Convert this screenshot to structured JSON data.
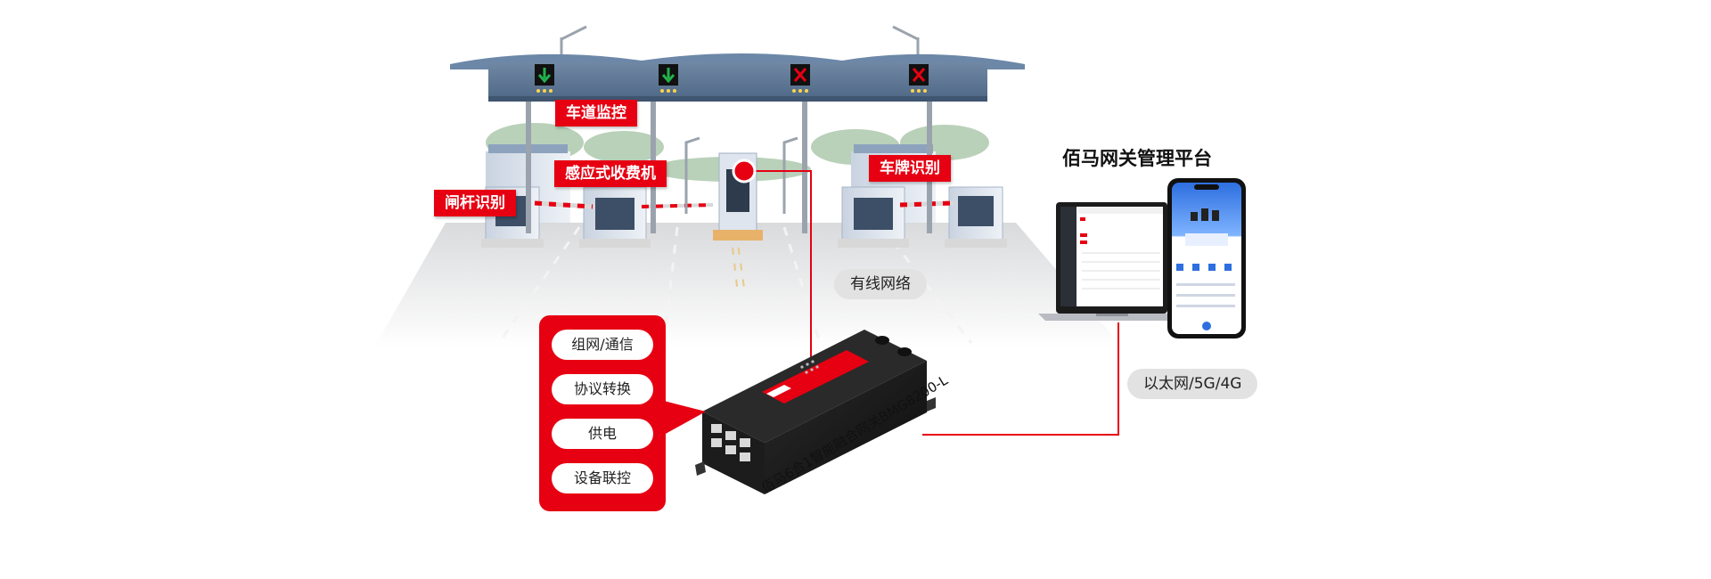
{
  "labels": {
    "lane_monitor": "车道监控",
    "induction_toll": "感应式收费机",
    "gate_recognition": "闸杆识别",
    "plate_recognition": "车牌识别"
  },
  "connections": {
    "wired": "有线网络",
    "ethernet": "以太网/5G/4G"
  },
  "platform": {
    "title": "佰马网关管理平台"
  },
  "functions": [
    "组网/通信",
    "协议转换",
    "供电",
    "设备联控"
  ],
  "device": {
    "caption": "佰马6合1智能融合网关BMG8200-L"
  },
  "colors": {
    "accent": "#e60012",
    "pill_bg": "#e2e2e2",
    "canopy": "#5a7696",
    "go_arrow": "#22b14c",
    "stop_x": "#e60012"
  }
}
